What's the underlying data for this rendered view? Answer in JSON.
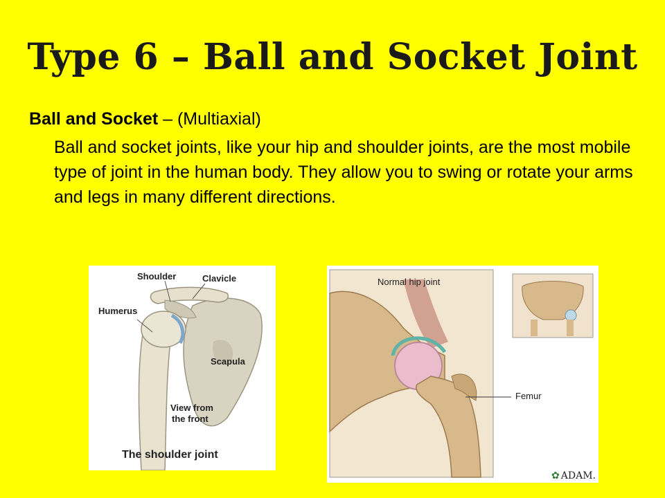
{
  "slide": {
    "title": "Type 6 – Ball and Socket Joint",
    "lead_bold": "Ball and Socket",
    "lead_rest": " – (Multiaxial)",
    "description": "Ball and socket joints, like your hip and shoulder joints, are the most mobile type of joint in the human body. They allow you to swing or rotate your arms and legs in many different directions."
  },
  "shoulder_figure": {
    "label_shoulder": "Shoulder",
    "label_clavicle": "Clavicle",
    "label_humerus": "Humerus",
    "label_scapula": "Scapula",
    "label_view_1": "View from",
    "label_view_2": "the front",
    "caption": "The shoulder joint"
  },
  "hip_figure": {
    "header": "Normal hip joint",
    "label_femur": "Femur",
    "logo": "ADAM."
  },
  "colors": {
    "background": "#ffff00",
    "bone": "#e3cfa6",
    "cartilage": "#e9b8c6"
  }
}
